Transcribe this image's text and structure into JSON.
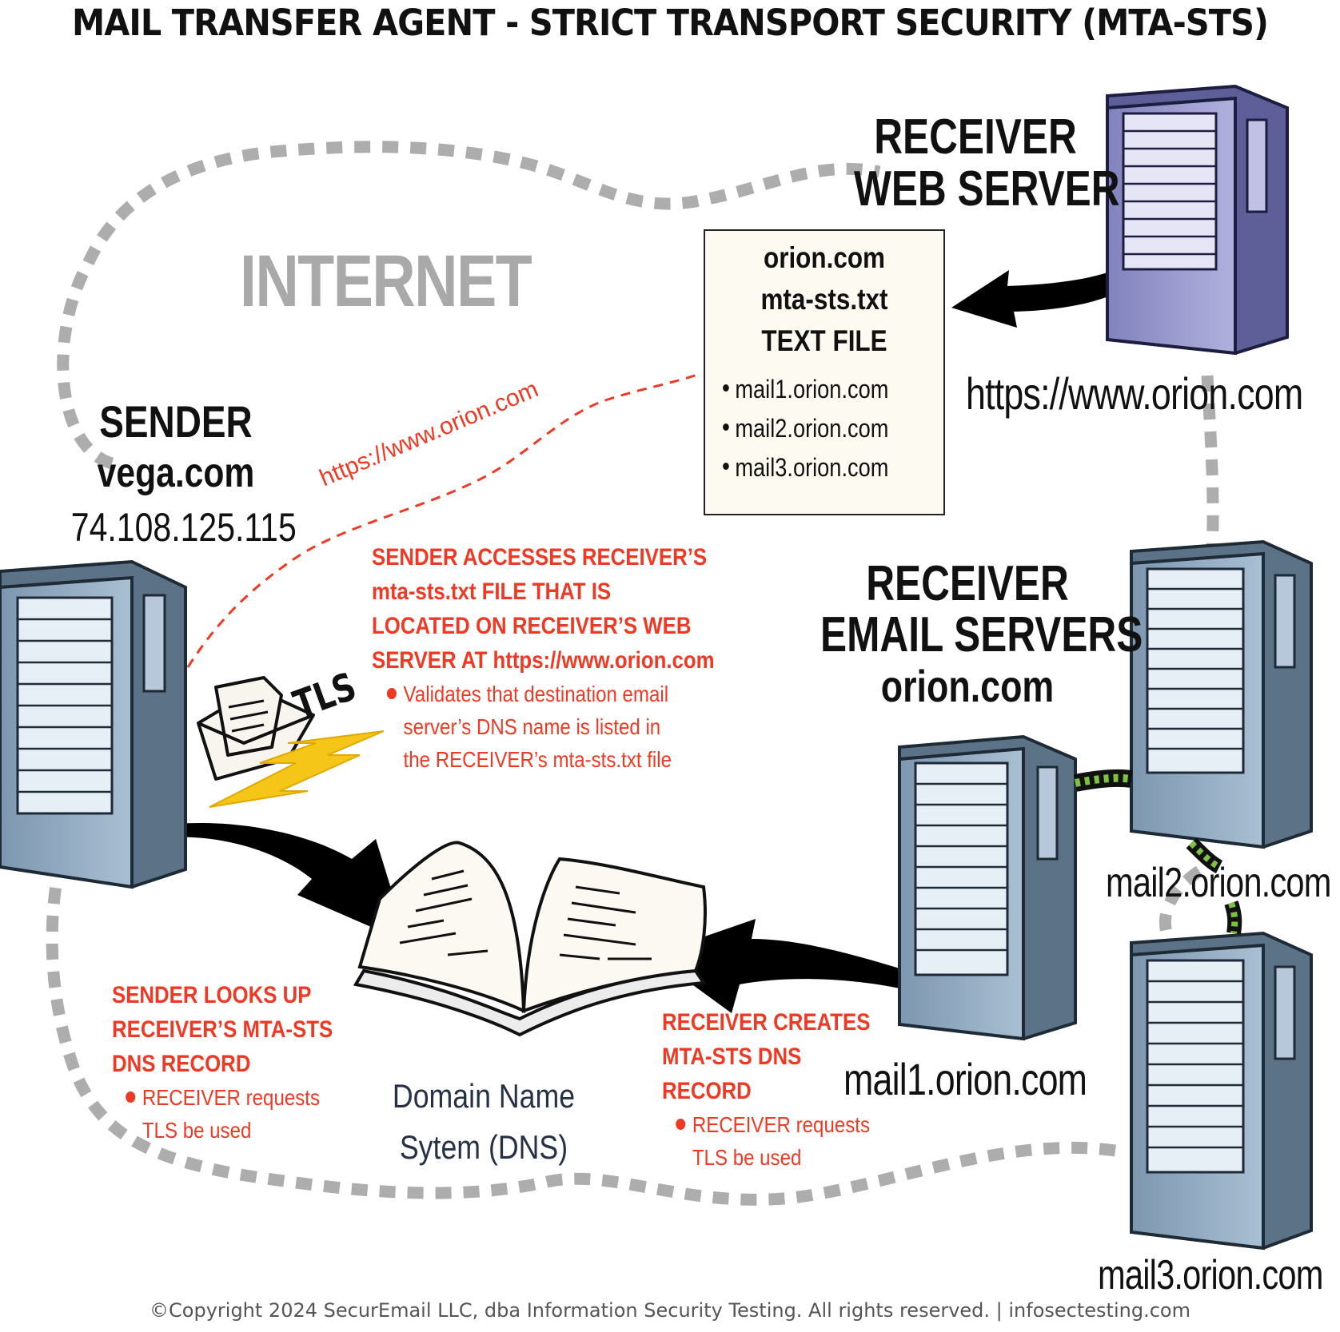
{
  "title": "MAIL TRANSFER AGENT - STRICT TRANSPORT SECURITY (MTA-STS)",
  "internet_label": "INTERNET",
  "sender": {
    "heading": "SENDER",
    "domain": "vega.com",
    "ip": "74.108.125.115"
  },
  "web_server": {
    "line1": "RECEIVER",
    "line2": "WEB SERVER",
    "url": "https://www.orion.com"
  },
  "text_file": {
    "line1": "orion.com",
    "line2": "mta-sts.txt",
    "line3": "TEXT FILE",
    "entries": [
      "mail1.orion.com",
      "mail2.orion.com",
      "mail3.orion.com"
    ]
  },
  "https_path_label": "https://www.orion.com",
  "sender_access_note": {
    "heading_lines": [
      "SENDER ACCESSES RECEIVER’S",
      "mta-sts.txt FILE THAT IS",
      "LOCATED ON RECEIVER’S WEB",
      "SERVER AT https://www.orion.com"
    ],
    "bullet_lines": [
      "Validates that destination email",
      "server’s DNS name is listed in",
      "the RECEIVER’s mta-sts.txt file"
    ]
  },
  "email_servers": {
    "line1": "RECEIVER",
    "line2": "EMAIL SERVERS",
    "line3": "orion.com",
    "mail1": "mail1.orion.com",
    "mail2": "mail2.orion.com",
    "mail3": "mail3.orion.com"
  },
  "tls_label": "TLS",
  "dns": {
    "line1": "Domain Name",
    "line2": "Sytem (DNS)"
  },
  "sender_lookup_note": {
    "heading_lines": [
      "SENDER LOOKS UP",
      "RECEIVER’S MTA-STS",
      "DNS RECORD"
    ],
    "bullet_lines": [
      "RECEIVER requests",
      "TLS be used"
    ]
  },
  "receiver_creates_note": {
    "heading_lines": [
      "RECEIVER CREATES",
      "MTA-STS DNS",
      "RECORD"
    ],
    "bullet_lines": [
      "RECEIVER requests",
      "TLS be used"
    ]
  },
  "footer": "©Copyright 2024 SecurEmail LLC, dba Information Security Testing. All rights reserved.  |  infosectesting.com",
  "colors": {
    "accent_red": "#ee3a24",
    "server_blue": "#8fa9c2",
    "web_server_purple": "#9a9ad0",
    "internet_gray": "#a9a9a9",
    "tls_bolt": "#f5c518",
    "link_green": "#7fc241"
  }
}
